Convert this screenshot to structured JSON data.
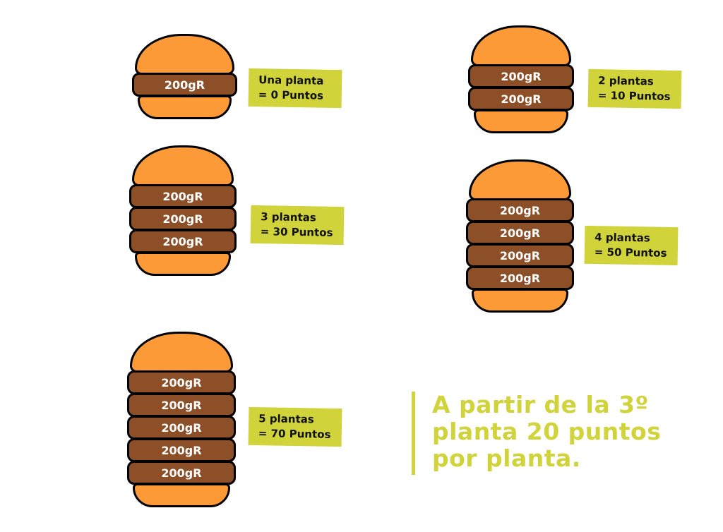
{
  "colors": {
    "bun": "#fd9a38",
    "patty": "#8c4f27",
    "accent": "#d0d33a"
  },
  "burgers": [
    {
      "patties": [
        "200gR"
      ],
      "label": [
        "Una planta",
        "= 0 Puntos"
      ]
    },
    {
      "patties": [
        "200gR",
        "200gR"
      ],
      "label": [
        "2 plantas",
        "= 10 Puntos"
      ]
    },
    {
      "patties": [
        "200gR",
        "200gR",
        "200gR"
      ],
      "label": [
        "3 plantas",
        "= 30 Puntos"
      ]
    },
    {
      "patties": [
        "200gR",
        "200gR",
        "200gR",
        "200gR"
      ],
      "label": [
        "4 plantas",
        "= 50 Puntos"
      ]
    },
    {
      "patties": [
        "200gR",
        "200gR",
        "200gR",
        "200gR",
        "200gR"
      ],
      "label": [
        "5 plantas",
        "= 70 Puntos"
      ]
    }
  ],
  "note": {
    "lines": [
      "A partir de la 3º",
      "planta 20 puntos",
      "por planta."
    ]
  }
}
